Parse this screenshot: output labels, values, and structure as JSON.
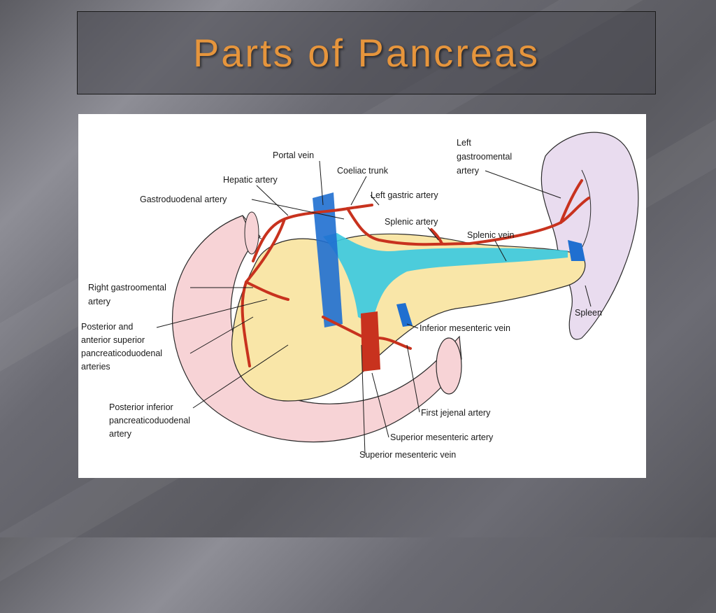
{
  "slide": {
    "title": "Parts of Pancreas"
  },
  "diagram": {
    "labels": {
      "portal_vein": "Portal vein",
      "coeliac_trunk": "Coeliac trunk",
      "hepatic_artery": "Hepatic artery",
      "left_gastric_artery": "Left gastric artery",
      "gastroduodenal_artery": "Gastroduodenal artery",
      "splenic_artery": "Splenic artery",
      "splenic_vein": "Splenic vein",
      "left_gastroomental_1": "Left",
      "left_gastroomental_2": "gastroomental",
      "left_gastroomental_3": "artery",
      "right_gastroomental_1": "Right gastroomental",
      "right_gastroomental_2": "artery",
      "post_ant_sup_1": "Posterior and",
      "post_ant_sup_2": "anterior superior",
      "post_ant_sup_3": "pancreaticoduodenal",
      "post_ant_sup_4": "arteries",
      "post_inf_1": "Posterior inferior",
      "post_inf_2": "pancreaticoduodenal",
      "post_inf_3": "artery",
      "spleen": "Spleen",
      "inferior_mesenteric_vein": "Inferior mesenteric vein",
      "first_jejenal_artery": "First jejenal artery",
      "superior_mesenteric_artery": "Superior mesenteric artery",
      "superior_mesenteric_vein": "Superior mesenteric vein"
    },
    "colors": {
      "pancreas": "#f9e6a8",
      "duodenum": "#f7d3d6",
      "spleen": "#e9dcef",
      "artery": "#c8321e",
      "vein_blue": "#1f6fd0",
      "duct_cyan": "#38c9e0"
    }
  }
}
